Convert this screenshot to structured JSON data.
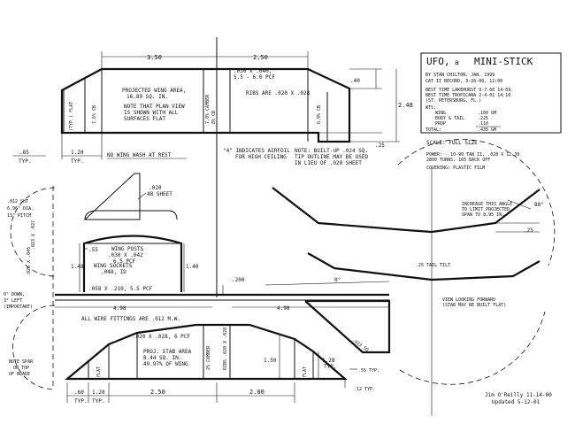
{
  "title_block": {
    "line1a": "UFO,",
    "line1b": "a",
    "line1c": "MINI-STICK",
    "author": "BY STAN CHILTON, JAN. 1999",
    "record": "CAT II RECORD, 3-26-00, 11:00",
    "best1": "BEST TIME LAKEHURST 9-7-00 14:09.",
    "best2": "BEST TIME TROPICANA 2-4-01 14:16",
    "best3": "(ST. PETERSBURG, FL.)",
    "wts_label": "WTS:",
    "wing_label": "WING",
    "wing_val": ".100 GM",
    "body_label": "BODY & TAIL",
    "body_val": ".225",
    "prop_label": "PROP",
    "prop_val": ".110",
    "total_label": "TOTAL:",
    "total_val": ".435 GM"
  },
  "info": {
    "scale": "SCALE:  FULL SIZE",
    "power1": "POWER: - 10-99 TAN II, .028 X 12.30",
    "power2": "2800 TURNS, 165 BACK OFF",
    "covering": "COVERING: PLASTIC FILM"
  },
  "wing": {
    "dim_left": "3.50",
    "dim_right": "2.50",
    "spar_top1": ".030 X .040,",
    "spar_top2": "5.5 - 6.0 PCF",
    "dim_40": ".40",
    "dim_248": "2.48",
    "dim_25": ".25",
    "area1": "PROJECTED WING AREA,",
    "area2": "16.89 SQ. IN.",
    "note1": "NOTE THAT PLAN VIEW",
    "note2": "IS SHOWN WITH ALL",
    "note3": "SURFACES FLAT",
    "ribs": "RIBS ARE .020 X .028",
    "flat_typ": "(TYP.) FLAT",
    "left_cb": "7.6% CB",
    "center_camber": "7.0% CAMBER",
    "center_cb": "8% CB",
    "right_cb": "6.9% CB",
    "dim_85": ".85",
    "typ1": "TYP.",
    "dim_120": "1.20",
    "typ2": "TYP.",
    "no_washout": "NO WING WASH AT REST",
    "airfoil1": "\"4\" INDICATES AIRFOIL",
    "airfoil2": "FOR HIGH CEILING",
    "builtup1": "NOTE: BUILT-UP .024 SQ.",
    "builtup2": "TIP OUTLINE MAY BE USED",
    "builtup3": "IN LIEU OF .020 SHEET"
  },
  "front_view": {
    "increase1": "INCREASE THIS ANGLE",
    "increase2": "TO LIMIT PROJECTED",
    "increase3": "SPAN TO 8.95 IN.",
    "angle": "88°",
    "dim_25b": ".25",
    "tail_tilt": ".25 TAIL TILT",
    "view1": "VIEW LOOKING FORWARD",
    "view2": "(STAB MAY BE BUILT FLAT)"
  },
  "side_view": {
    "prop1": ".012 SHT",
    "prop2": "6.96\" DIA.",
    "prop3": "13\" PITCH",
    "prop_blade": ".023 X .027",
    "spar_blade": ".025 X .045",
    "fin1": ".020",
    "fin2": "48 SHEET",
    "posts1": "WING POSTS",
    "posts2": ".030 X .042",
    "posts3": "6.5 PCF",
    "sockets1": "WING SOCKETS",
    "sockets2": ".048, ID",
    "dim_55": ".55",
    "dim_148": "1.48",
    "dim_140": "1.40",
    "motorstick": ".058 X .210, 5.5 PCF",
    "dim_200": ".200",
    "deg0": "0°",
    "thrust1": "0° DOWN,",
    "thrust2": "3° LEFT",
    "thrust3": "(IMPORTANT)",
    "dim_498a": "4.98",
    "dim_498b": "4.98",
    "fittings": "ALL WIRE FITTINGS ARE .012 M.W.",
    "boom": ".023 SQ.",
    "note_spar1": "NOTE SPAR",
    "note_spar2": "ON TOP",
    "note_spar3": "OF BLADE"
  },
  "stab": {
    "spar1": ".020 X .028, 6 PCF",
    "area1": "PROJ. STAB AREA",
    "area2": "8.44 SQ. IN.",
    "area3": "49.97% OF WING",
    "camber": "2% CAMBER",
    "ribs": "RIBS .020 X .028",
    "flat_l": "FLAT",
    "flat_r": "FLAT",
    "dim_150": "1.50",
    "dim_128": "1.28",
    "typ_r": "TYP.",
    "dim_55": ".55 TYP.",
    "dim_12": ".12 TYP.",
    "dim_60": ".60",
    "typ_60": "TYP.",
    "dim_120": "1.20",
    "typ_120": "TYP.",
    "dim_250": "2.50",
    "dim_200": "2.00"
  },
  "credit": {
    "line1": "Jim O'Reilly 11-14-00",
    "line2": "Updated  5-12-01"
  }
}
